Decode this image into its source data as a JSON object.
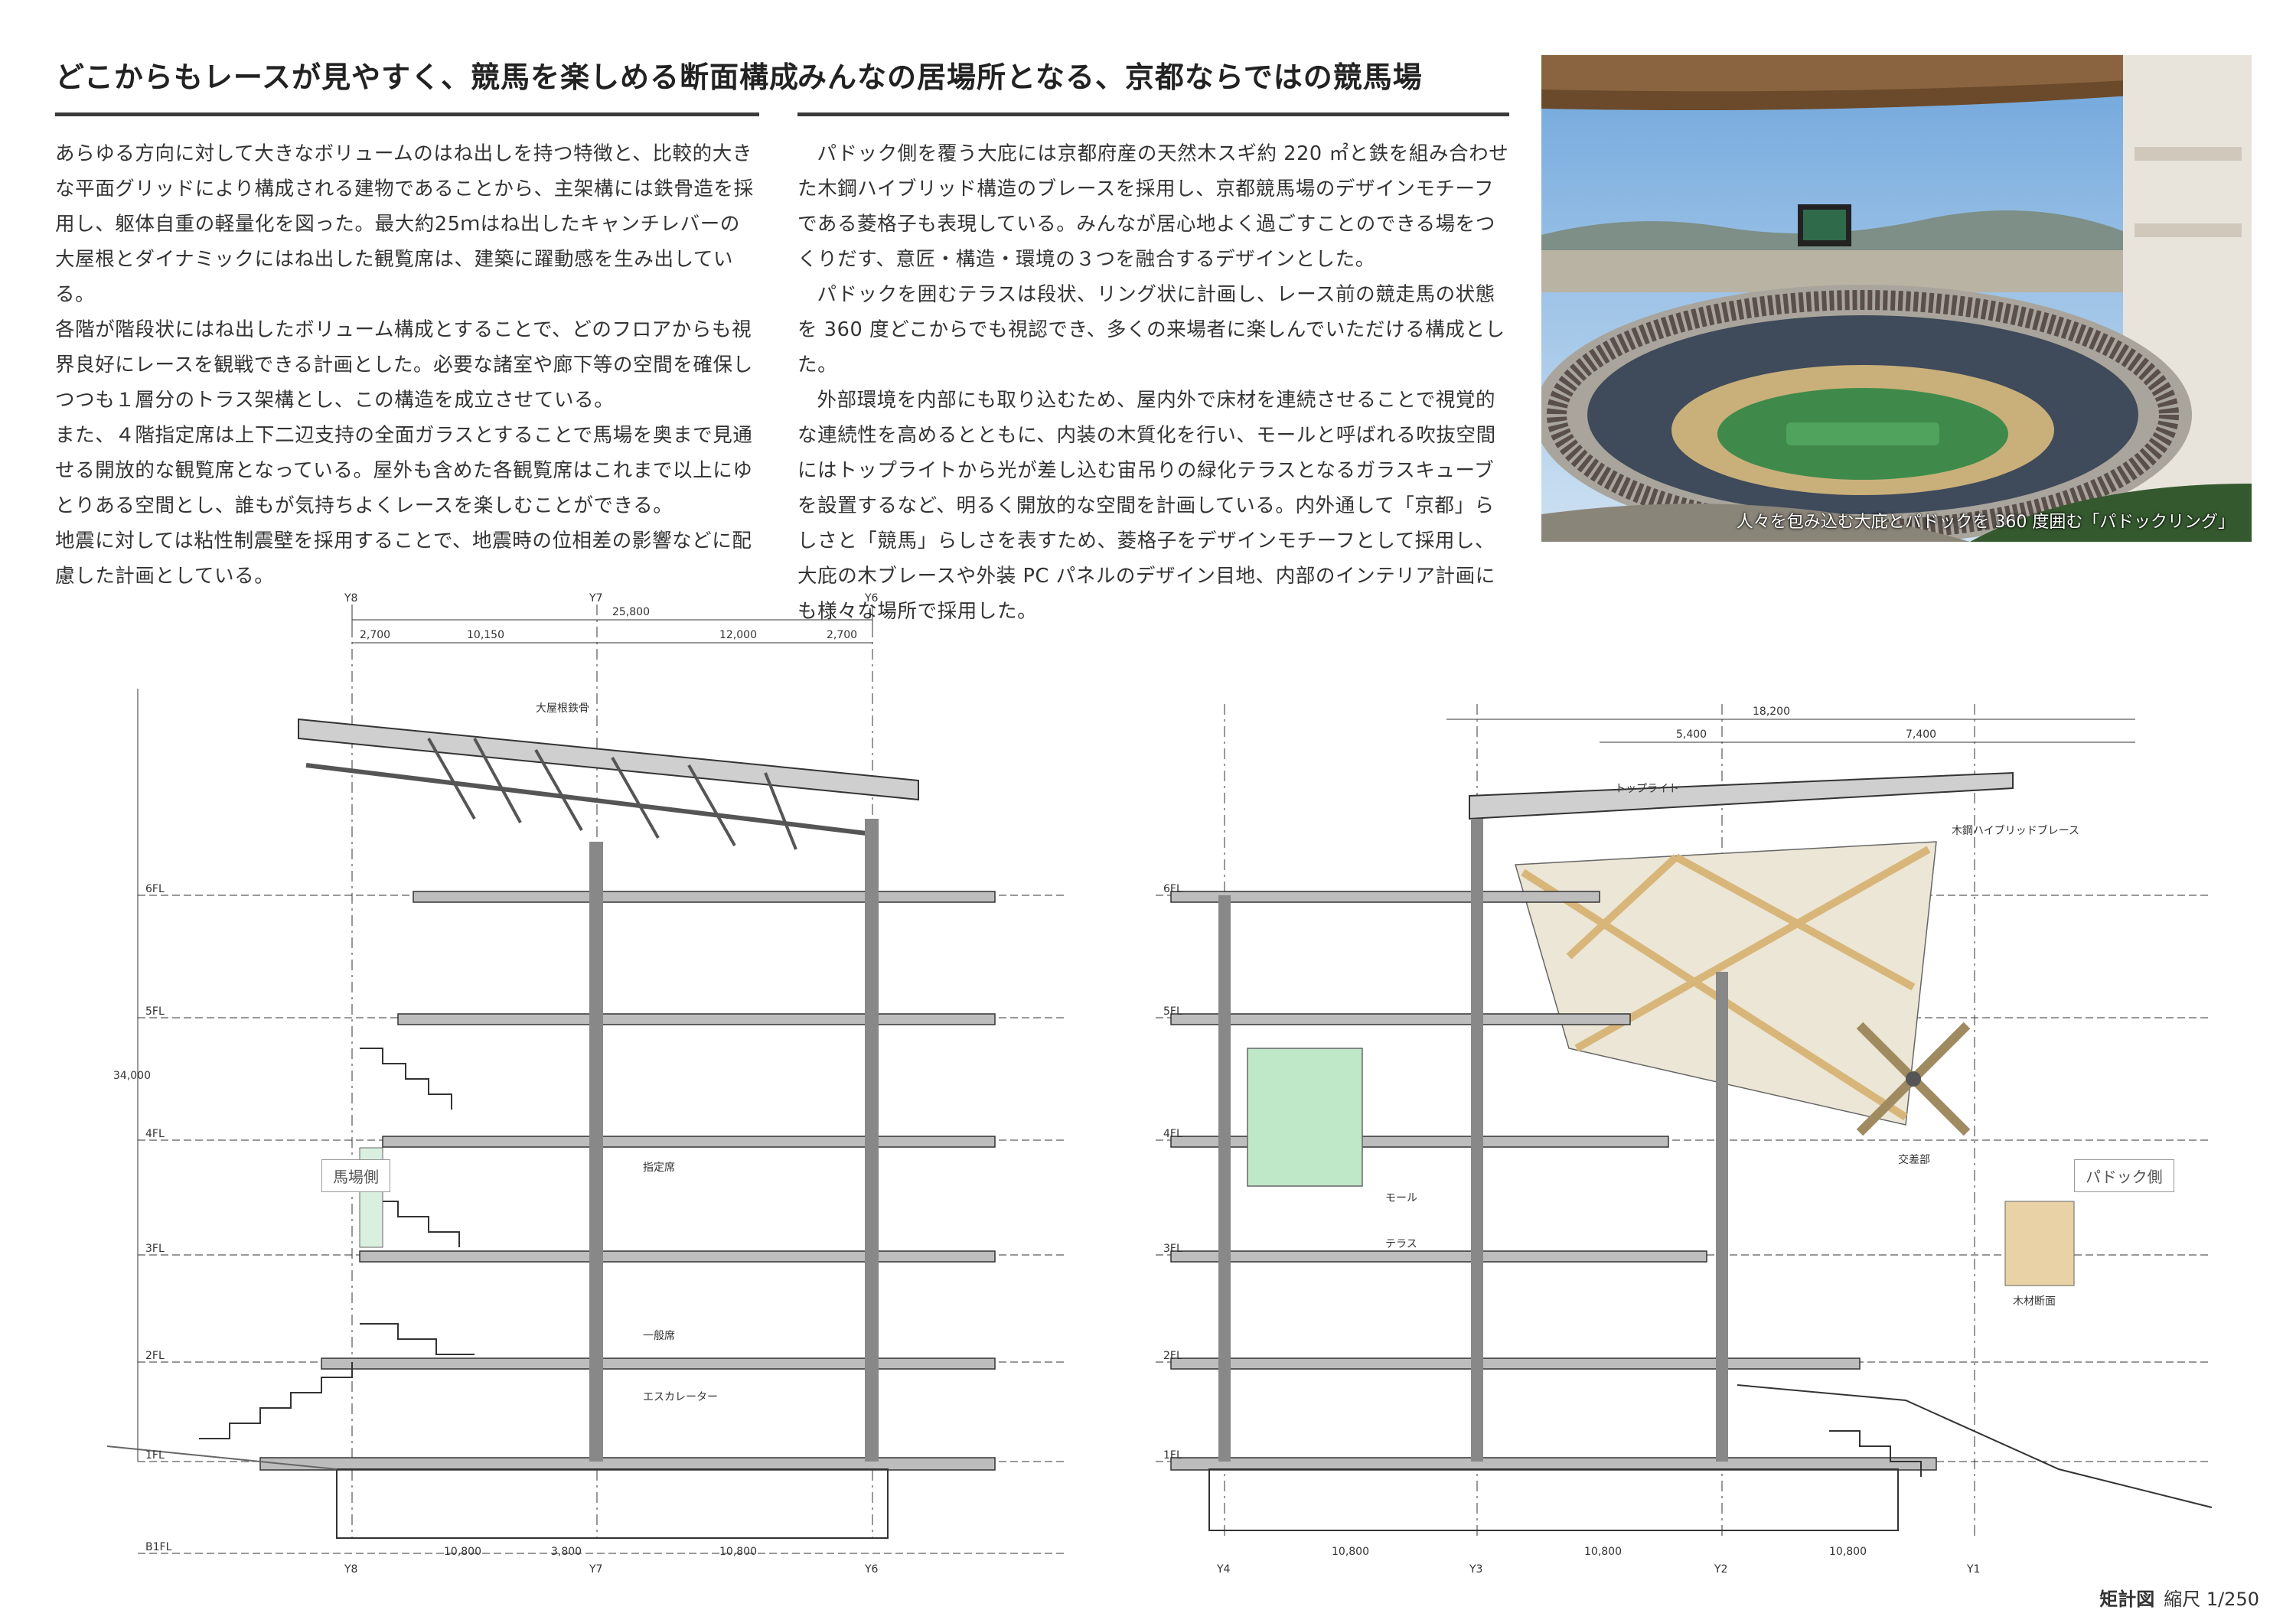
{
  "left": {
    "heading": "どこからもレースが見やすく、競馬を楽しめる断面構成",
    "paragraphs": [
      "あらゆる方向に対して大きなボリュームのはね出しを持つ特徴と、比較的大きな平面グリッドにより構成される建物であることから、主架構には鉄骨造を採用し、躯体自重の軽量化を図った。最大約25ｍはね出したキャンチレバーの大屋根とダイナミックにはね出した観覧席は、建築に躍動感を生み出している。",
      "各階が階段状にはね出したボリューム構成とすることで、どのフロアからも視界良好にレースを観戦できる計画とした。必要な諸室や廊下等の空間を確保しつつも１層分のトラス架構とし、この構造を成立させている。",
      "また、４階指定席は上下二辺支持の全面ガラスとすることで馬場を奥まで見通せる開放的な観覧席となっている。屋外も含めた各観覧席はこれまで以上にゆとりある空間とし、誰もが気持ちよくレースを楽しむことができる。",
      "地震に対しては粘性制震壁を採用することで、地震時の位相差の影響などに配慮した計画としている。"
    ]
  },
  "middle": {
    "heading": "みんなの居場所となる、京都ならではの競馬場",
    "paragraphs": [
      "パドック側を覆う大庇には京都府産の天然木スギ約 220 ㎡と鉄を組み合わせた木鋼ハイブリッド構造のブレースを採用し、京都競馬場のデザインモチーフである菱格子も表現している。みんなが居心地よく過ごすことのできる場をつくりだす、意匠・構造・環境の３つを融合するデザインとした。",
      "パドックを囲むテラスは段状、リング状に計画し、レース前の競走馬の状態を 360 度どこからでも視認でき、多くの来場者に楽しんでいただける構成とした。",
      "外部環境を内部にも取り込むため、屋内外で床材を連続させることで視覚的な連続性を高めるとともに、内装の木質化を行い、モールと呼ばれる吹抜空間にはトップライトから光が差し込む宙吊りの緑化テラスとなるガラスキューブを設置するなど、明るく開放的な空間を計画している。内外通して「京都」らしさと「競馬」らしさを表すため、菱格子をデザインモチーフとして採用し、大庇の木ブレースや外装 PC パネルのデザイン目地、内部のインテリア計画にも様々な場所で採用した。"
    ]
  },
  "photo": {
    "caption": "人々を包み込む大庇とパドックを 360 度囲む「パドックリング」"
  },
  "drawing": {
    "left_section": {
      "top_dimension": "25,800",
      "sub_dimensions": [
        "2,700",
        "10,150",
        "12,000",
        "2,700"
      ],
      "grid_labels": [
        "Y8",
        "Y7",
        "Y6"
      ],
      "bottom_dimensions": [
        "10,800",
        "3,800",
        "10,800"
      ],
      "floor_labels": [
        "6FL",
        "5FL",
        "4FL",
        "3FL",
        "2FL",
        "1FL",
        "B1FL"
      ],
      "height_dimension": "34,000",
      "side_label": "馬場側",
      "callouts": [
        "大屋根鉄骨",
        "一般席",
        "指定席",
        "エスカレーター"
      ]
    },
    "right_section": {
      "top_dimension": "18,200",
      "sub_dimensions": [
        "5,400",
        "7,400"
      ],
      "grid_labels": [
        "Y4",
        "Y3",
        "Y2",
        "Y1"
      ],
      "bottom_dimensions": [
        "10,800",
        "10,800",
        "10,800"
      ],
      "floor_labels": [
        "6FL",
        "5FL",
        "4FL",
        "3FL",
        "2FL",
        "1FL"
      ],
      "side_label": "パドック側",
      "callouts": [
        "木鋼ハイブリッドブレース",
        "トップライト",
        "モール",
        "テラス"
      ],
      "detail_labels": [
        "交差部",
        "木材断面"
      ]
    },
    "scale_title": "矩計図",
    "scale_value": "縮尺 1/250"
  },
  "colors": {
    "heading_rule": "#3a3a3a",
    "steel": "#555555",
    "glass": "#bfe8c8",
    "wood_brace": "#d8b67a"
  }
}
